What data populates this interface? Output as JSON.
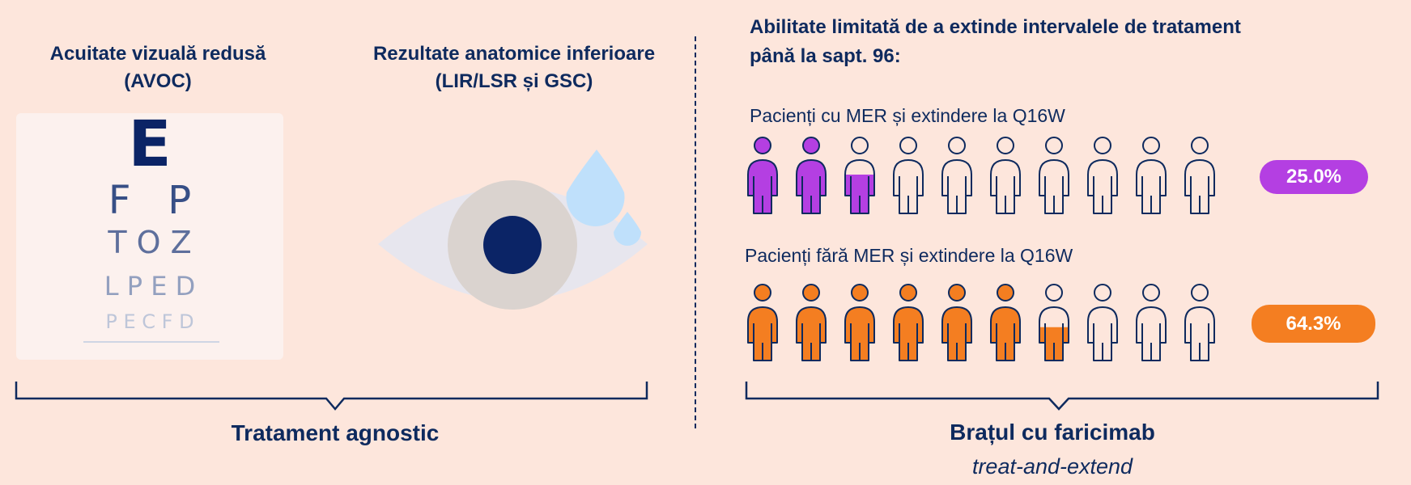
{
  "left": {
    "heading_visual": [
      "Acuitate vizuală redusă",
      "(AVOC)"
    ],
    "heading_anatomic": [
      "Rezultate anatomice inferioare",
      "(LIR/LSR și GSC)"
    ],
    "eye_chart_rows": [
      "E",
      "F   P",
      "T O Z",
      "L P E D",
      "P E C F D"
    ],
    "bottom_label": "Tratament agnostic"
  },
  "right": {
    "title": [
      "Abilitate limitată de a extinde intervalele de tratament",
      "până la sapt. 96:"
    ],
    "bottom_label": "Brațul cu faricimab",
    "bottom_sublabel": "treat-and-extend"
  },
  "colors": {
    "background": "#fde6dc",
    "navy": "#0e2a5e",
    "purple": "#b43fe2",
    "orange": "#f47e21",
    "pupil": "#0b2466",
    "iris": "#dad3cf",
    "tear": "#bfe0fb"
  },
  "chart_data": {
    "type": "bar",
    "unit": "%",
    "per_figure_value": 10,
    "series": [
      {
        "name": "Pacienți cu MER și extindere la Q16W",
        "value": 25.0,
        "label": "25.0%",
        "color": "#b43fe2"
      },
      {
        "name": "Pacienți fără MER și extindere la Q16W",
        "value": 64.3,
        "label": "64.3%",
        "color": "#f47e21"
      }
    ]
  }
}
